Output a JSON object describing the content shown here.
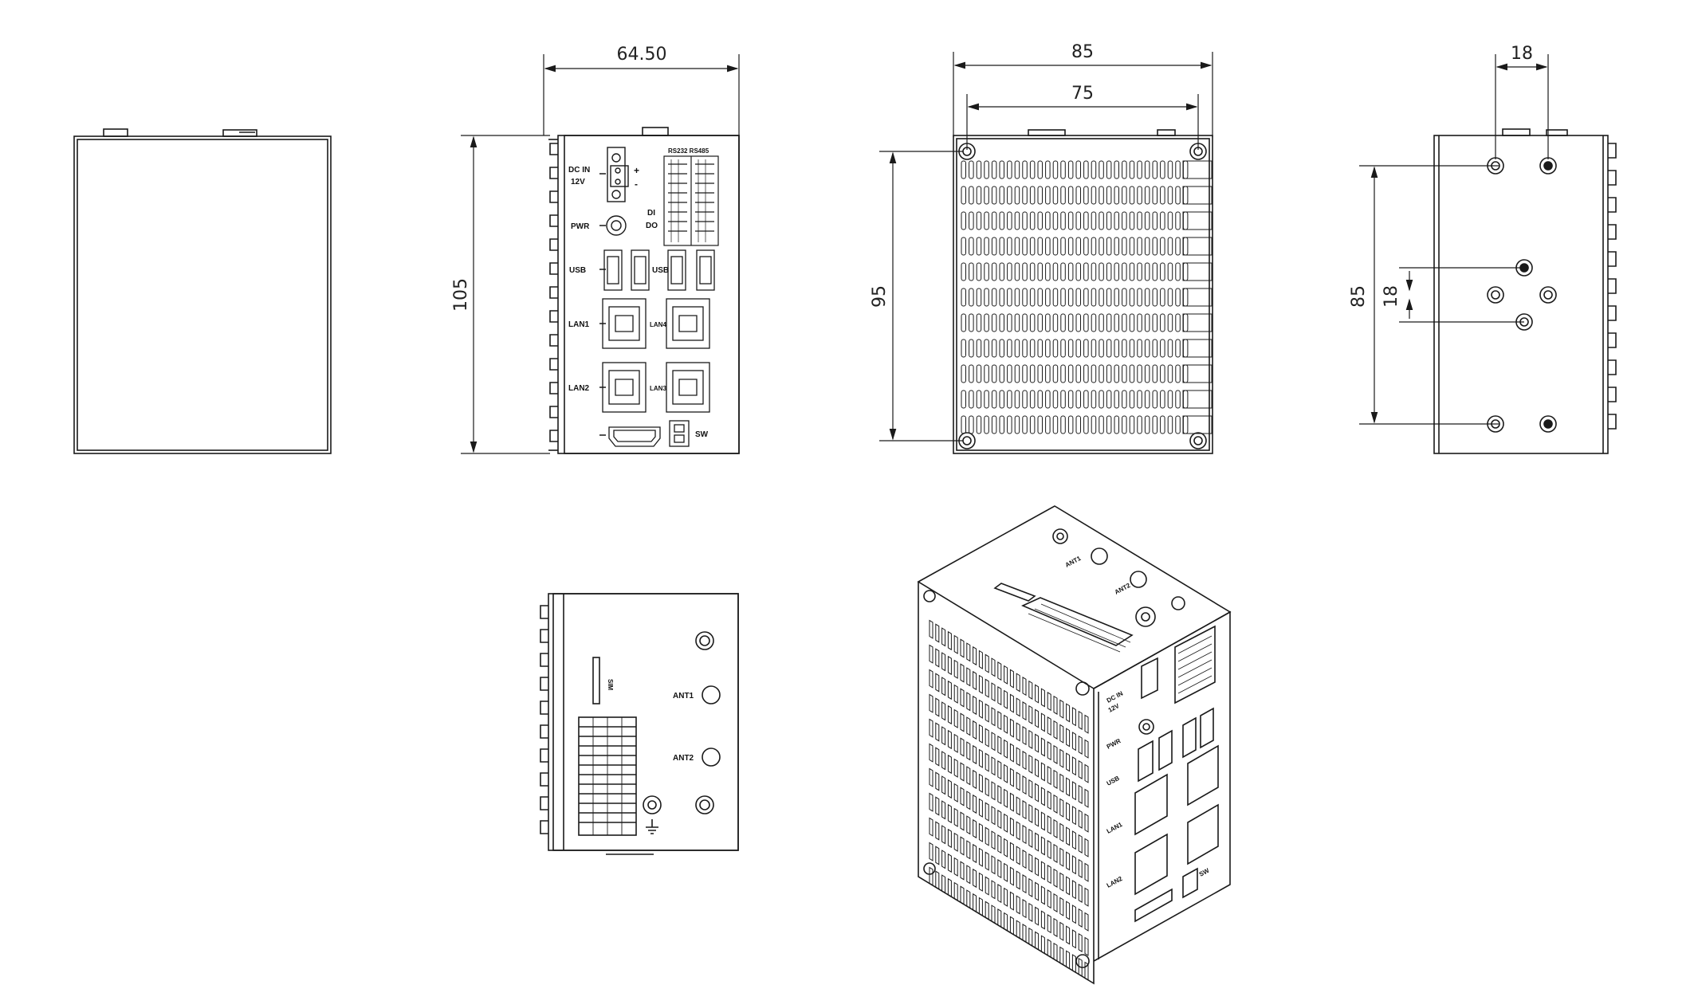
{
  "dimensions": {
    "front_width": "64.50",
    "front_height": "105",
    "top_outer_width": "85",
    "top_inner_width": "75",
    "top_depth": "95",
    "side_hole_spacing_top": "18",
    "side_height": "85",
    "side_hole_spacing_left": "18"
  },
  "front_panel": {
    "dc_in_line1": "DC IN",
    "dc_in_line2": "12V",
    "plus": "+",
    "minus": "-",
    "pwr": "PWR",
    "usb_left": "USB",
    "usb_right": "USB",
    "lan1": "LAN1",
    "lan2": "LAN2",
    "lan3": "LAN3",
    "lan4": "LAN4",
    "serial": "RS232 RS485",
    "di": "DI",
    "do": "DO",
    "sw": "SW"
  },
  "rear_panel": {
    "sim": "SIM",
    "ant1": "ANT1",
    "ant2": "ANT2",
    "ground": "⏚"
  },
  "iso_view": {
    "ant1": "ANT1",
    "ant2": "ANT2",
    "dc_in": "DC IN",
    "dc_12v": "12V",
    "pwr": "PWR",
    "usb": "USB",
    "lan1": "LAN1",
    "lan2": "LAN2",
    "sw": "SW"
  },
  "colors": {
    "line": "#1a1a1a",
    "background": "#ffffff"
  }
}
